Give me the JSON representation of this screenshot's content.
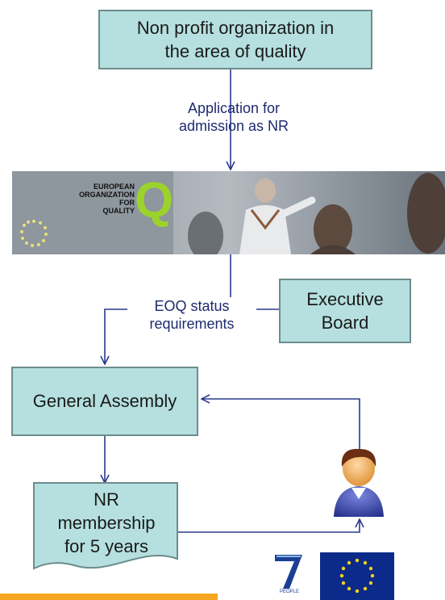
{
  "nodes": {
    "top": {
      "line1": "Non profit organization in",
      "line2": "the area of quality"
    },
    "executive": {
      "line1": "Executive",
      "line2": "Board"
    },
    "assembly": {
      "label": "General Assembly"
    },
    "membership": {
      "line1": "NR",
      "line2": "membership",
      "line3": "for 5 years"
    }
  },
  "edges": {
    "application": {
      "line1": "Application for",
      "line2": "admission as NR"
    },
    "status": {
      "line1": "EOQ status",
      "line2": "requirements"
    }
  },
  "banner": {
    "logo_lines": [
      "EUROPEAN",
      "ORGANIZATION",
      "FOR",
      "QUALITY"
    ],
    "logo_letter": "Q"
  },
  "footer": {
    "fp7_label": "PEOPLE"
  },
  "colors": {
    "box_fill": "#b5e0df",
    "box_border": "#6c8c8c",
    "connector": "#2b3a8c",
    "label_text": "#1e2a6e",
    "footer_bar": "#f5a623",
    "eu_flag": "#0c2a8a"
  },
  "icons": [
    "person-avatar-icon",
    "eoq-logo",
    "fp7-logo",
    "eu-flag-icon"
  ]
}
